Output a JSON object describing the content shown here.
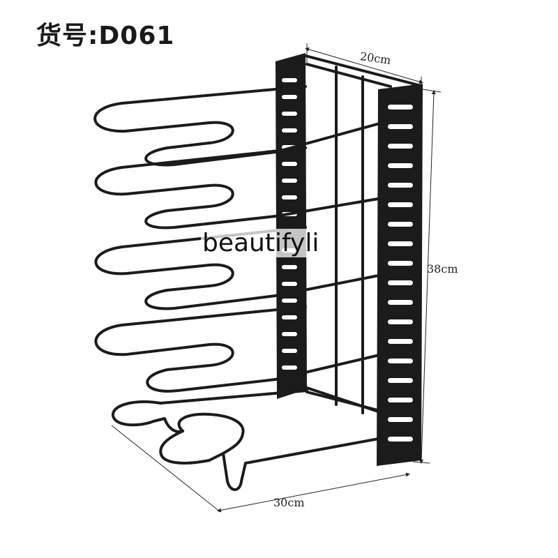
{
  "product": {
    "code_label": "货号:D061",
    "watermark": "beautifyli"
  },
  "dimensions": {
    "width": "20cm",
    "height": "38cm",
    "depth": "30cm"
  },
  "colors": {
    "rack": "#1b1b1b",
    "background": "#ffffff"
  }
}
